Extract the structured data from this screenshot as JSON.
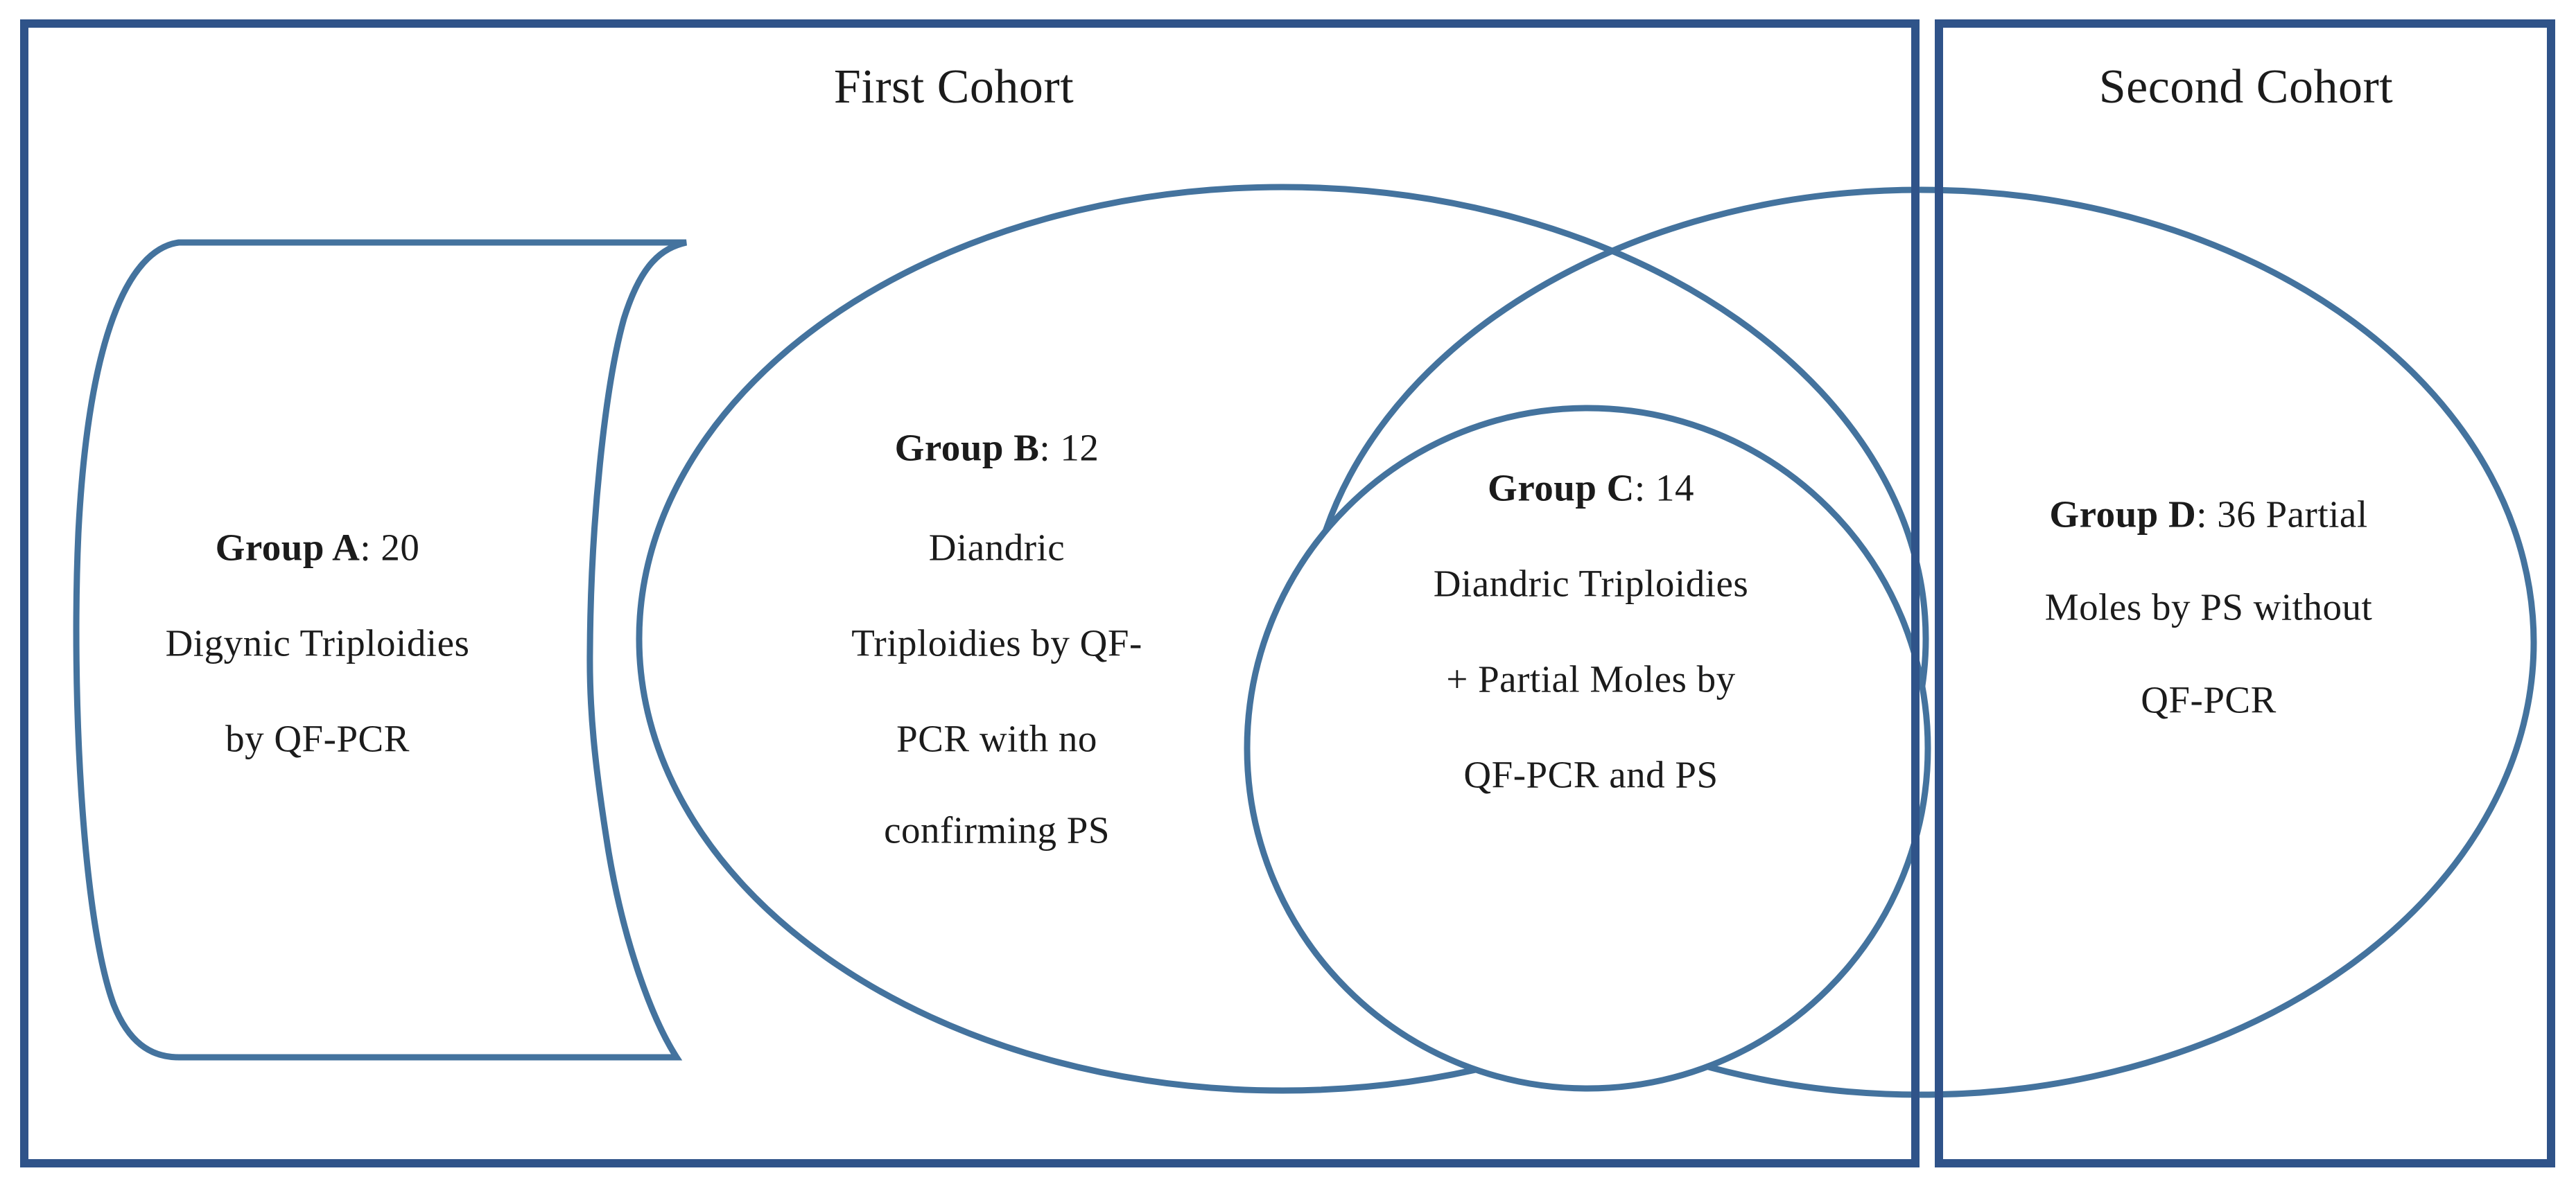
{
  "figure": {
    "type": "venn-cohort-diagram",
    "cohorts": [
      {
        "title": "First Cohort"
      },
      {
        "title": "Second Cohort"
      }
    ],
    "groups": [
      {
        "name": "Group A",
        "count_text": ": 20",
        "count": 20,
        "lines": [
          "Digynic Triploidies",
          "by QF-PCR"
        ],
        "shape": "wave-flag"
      },
      {
        "name": "Group B",
        "count_text": ": 12",
        "count": 12,
        "lines": [
          "Diandric",
          "Triploidies by QF-",
          "PCR with no",
          "confirming PS"
        ],
        "shape": "ellipse"
      },
      {
        "name": "Group C",
        "count_text": ": 14",
        "count": 14,
        "lines": [
          "Diandric Triploidies",
          "+ Partial Moles by",
          "QF-PCR and PS"
        ],
        "shape": "circle-overlap"
      },
      {
        "name": "Group D",
        "count_text": ": 36 Partial",
        "count": 36,
        "lines": [
          "Moles by PS without",
          "QF-PCR"
        ],
        "shape": "ellipse"
      }
    ],
    "colors": {
      "border-blue": "#2f5389",
      "shape-blue": "#44739e",
      "text-color": "#1b1b1b",
      "bg": "#ffffff"
    }
  }
}
